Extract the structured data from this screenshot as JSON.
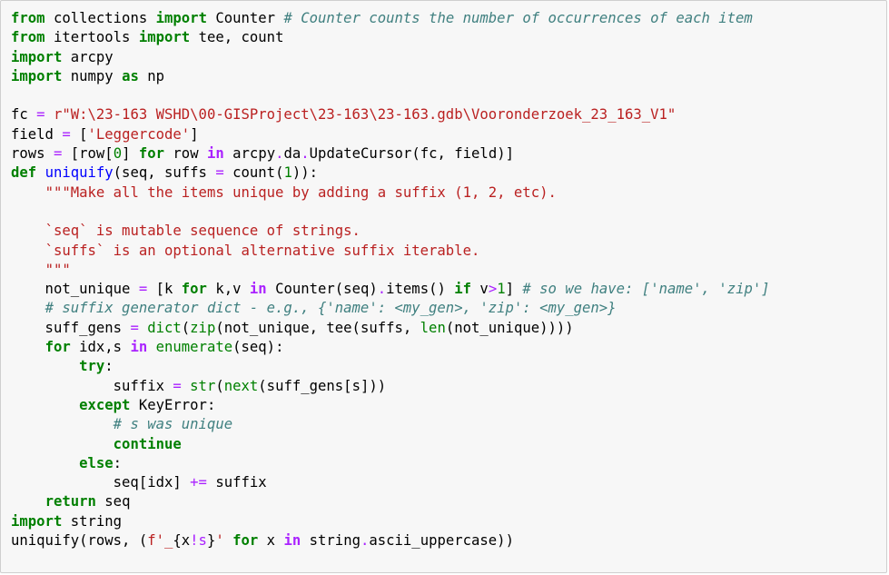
{
  "cell": {
    "language": "python",
    "lines": [
      [
        {
          "t": "from",
          "c": "kw"
        },
        {
          "t": " collections ",
          "c": "pl"
        },
        {
          "t": "import",
          "c": "kw"
        },
        {
          "t": " Counter ",
          "c": "pl"
        },
        {
          "t": "# Counter counts the number of occurrences of each item",
          "c": "cm"
        }
      ],
      [
        {
          "t": "from",
          "c": "kw"
        },
        {
          "t": " itertools ",
          "c": "pl"
        },
        {
          "t": "import",
          "c": "kw"
        },
        {
          "t": " tee, count",
          "c": "pl"
        }
      ],
      [
        {
          "t": "import",
          "c": "kw"
        },
        {
          "t": " arcpy",
          "c": "pl"
        }
      ],
      [
        {
          "t": "import",
          "c": "kw"
        },
        {
          "t": " numpy ",
          "c": "pl"
        },
        {
          "t": "as",
          "c": "kw"
        },
        {
          "t": " np",
          "c": "pl"
        }
      ],
      [],
      [
        {
          "t": "fc ",
          "c": "pl"
        },
        {
          "t": "=",
          "c": "op"
        },
        {
          "t": " ",
          "c": "pl"
        },
        {
          "t": "r\"W:\\23-163 WSHD\\00-GISProject\\23-163\\23-163.gdb\\Vooronderzoek_23_163_V1\"",
          "c": "str"
        }
      ],
      [
        {
          "t": "field ",
          "c": "pl"
        },
        {
          "t": "=",
          "c": "op"
        },
        {
          "t": " [",
          "c": "pl"
        },
        {
          "t": "'Leggercode'",
          "c": "str"
        },
        {
          "t": "]",
          "c": "pl"
        }
      ],
      [
        {
          "t": "rows ",
          "c": "pl"
        },
        {
          "t": "=",
          "c": "op"
        },
        {
          "t": " [row[",
          "c": "pl"
        },
        {
          "t": "0",
          "c": "num"
        },
        {
          "t": "] ",
          "c": "pl"
        },
        {
          "t": "for",
          "c": "kw"
        },
        {
          "t": " row ",
          "c": "pl"
        },
        {
          "t": "in",
          "c": "opw"
        },
        {
          "t": " arcpy",
          "c": "pl"
        },
        {
          "t": ".",
          "c": "op"
        },
        {
          "t": "da",
          "c": "pl"
        },
        {
          "t": ".",
          "c": "op"
        },
        {
          "t": "UpdateCursor(fc, field)]",
          "c": "pl"
        }
      ],
      [
        {
          "t": "def",
          "c": "kw"
        },
        {
          "t": " ",
          "c": "pl"
        },
        {
          "t": "uniquify",
          "c": "fn"
        },
        {
          "t": "(seq, suffs ",
          "c": "pl"
        },
        {
          "t": "=",
          "c": "op"
        },
        {
          "t": " count(",
          "c": "pl"
        },
        {
          "t": "1",
          "c": "num"
        },
        {
          "t": ")):",
          "c": "pl"
        }
      ],
      [
        {
          "t": "    ",
          "c": "pl"
        },
        {
          "t": "\"\"\"Make all the items unique by adding a suffix (1, 2, etc).",
          "c": "str"
        }
      ],
      [],
      [
        {
          "t": "    ",
          "c": "pl"
        },
        {
          "t": "`seq` is mutable sequence of strings.",
          "c": "str"
        }
      ],
      [
        {
          "t": "    ",
          "c": "pl"
        },
        {
          "t": "`suffs` is an optional alternative suffix iterable.",
          "c": "str"
        }
      ],
      [
        {
          "t": "    ",
          "c": "pl"
        },
        {
          "t": "\"\"\"",
          "c": "str"
        }
      ],
      [
        {
          "t": "    not_unique ",
          "c": "pl"
        },
        {
          "t": "=",
          "c": "op"
        },
        {
          "t": " [k ",
          "c": "pl"
        },
        {
          "t": "for",
          "c": "kw"
        },
        {
          "t": " k,v ",
          "c": "pl"
        },
        {
          "t": "in",
          "c": "opw"
        },
        {
          "t": " Counter(seq)",
          "c": "pl"
        },
        {
          "t": ".",
          "c": "op"
        },
        {
          "t": "items() ",
          "c": "pl"
        },
        {
          "t": "if",
          "c": "kw"
        },
        {
          "t": " v",
          "c": "pl"
        },
        {
          "t": ">",
          "c": "op"
        },
        {
          "t": "1",
          "c": "num"
        },
        {
          "t": "] ",
          "c": "pl"
        },
        {
          "t": "# so we have: ['name', 'zip']",
          "c": "cm"
        }
      ],
      [
        {
          "t": "    ",
          "c": "pl"
        },
        {
          "t": "# suffix generator dict - e.g., {'name': <my_gen>, 'zip': <my_gen>}",
          "c": "cm"
        }
      ],
      [
        {
          "t": "    suff_gens ",
          "c": "pl"
        },
        {
          "t": "=",
          "c": "op"
        },
        {
          "t": " ",
          "c": "pl"
        },
        {
          "t": "dict",
          "c": "bi"
        },
        {
          "t": "(",
          "c": "pl"
        },
        {
          "t": "zip",
          "c": "bi"
        },
        {
          "t": "(not_unique, tee(suffs, ",
          "c": "pl"
        },
        {
          "t": "len",
          "c": "bi"
        },
        {
          "t": "(not_unique))))",
          "c": "pl"
        }
      ],
      [
        {
          "t": "    ",
          "c": "pl"
        },
        {
          "t": "for",
          "c": "kw"
        },
        {
          "t": " idx,s ",
          "c": "pl"
        },
        {
          "t": "in",
          "c": "opw"
        },
        {
          "t": " ",
          "c": "pl"
        },
        {
          "t": "enumerate",
          "c": "bi"
        },
        {
          "t": "(seq):",
          "c": "pl"
        }
      ],
      [
        {
          "t": "        ",
          "c": "pl"
        },
        {
          "t": "try",
          "c": "kw"
        },
        {
          "t": ":",
          "c": "pl"
        }
      ],
      [
        {
          "t": "            suffix ",
          "c": "pl"
        },
        {
          "t": "=",
          "c": "op"
        },
        {
          "t": " ",
          "c": "pl"
        },
        {
          "t": "str",
          "c": "bi"
        },
        {
          "t": "(",
          "c": "pl"
        },
        {
          "t": "next",
          "c": "bi"
        },
        {
          "t": "(suff_gens[s]))",
          "c": "pl"
        }
      ],
      [
        {
          "t": "        ",
          "c": "pl"
        },
        {
          "t": "except",
          "c": "kw"
        },
        {
          "t": " ",
          "c": "pl"
        },
        {
          "t": "KeyError",
          "c": "pl"
        },
        {
          "t": ":",
          "c": "pl"
        }
      ],
      [
        {
          "t": "            ",
          "c": "pl"
        },
        {
          "t": "# s was unique",
          "c": "cm"
        }
      ],
      [
        {
          "t": "            ",
          "c": "pl"
        },
        {
          "t": "continue",
          "c": "kw"
        }
      ],
      [
        {
          "t": "        ",
          "c": "pl"
        },
        {
          "t": "else",
          "c": "kw"
        },
        {
          "t": ":",
          "c": "pl"
        }
      ],
      [
        {
          "t": "            seq[idx] ",
          "c": "pl"
        },
        {
          "t": "+=",
          "c": "op"
        },
        {
          "t": " suffix",
          "c": "pl"
        }
      ],
      [
        {
          "t": "    ",
          "c": "pl"
        },
        {
          "t": "return",
          "c": "kw"
        },
        {
          "t": " seq",
          "c": "pl"
        }
      ],
      [
        {
          "t": "import",
          "c": "kw"
        },
        {
          "t": " string",
          "c": "pl"
        }
      ],
      [
        {
          "t": "uniquify(rows, (",
          "c": "pl"
        },
        {
          "t": "f'_",
          "c": "str"
        },
        {
          "t": "{",
          "c": "pl"
        },
        {
          "t": "x",
          "c": "pl"
        },
        {
          "t": "!s",
          "c": "op"
        },
        {
          "t": "}",
          "c": "pl"
        },
        {
          "t": "'",
          "c": "str"
        },
        {
          "t": " ",
          "c": "pl"
        },
        {
          "t": "for",
          "c": "kw"
        },
        {
          "t": " x ",
          "c": "pl"
        },
        {
          "t": "in",
          "c": "opw"
        },
        {
          "t": " string",
          "c": "pl"
        },
        {
          "t": ".",
          "c": "op"
        },
        {
          "t": "ascii_uppercase))",
          "c": "pl"
        }
      ]
    ]
  }
}
